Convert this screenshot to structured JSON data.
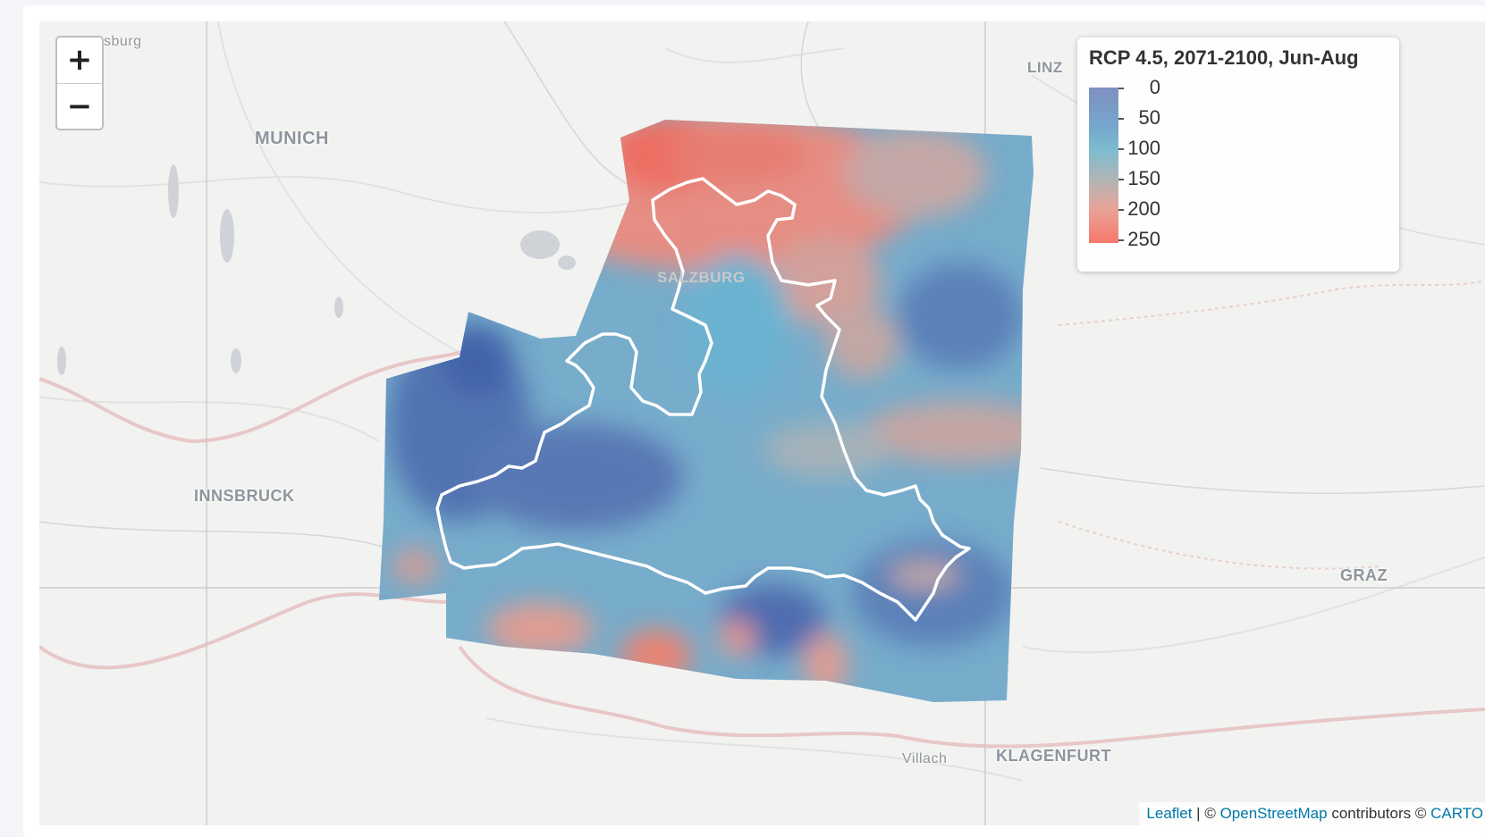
{
  "map": {
    "cities": [
      {
        "id": "munich",
        "label": "MUNICH"
      },
      {
        "id": "salzburg",
        "label": "SALZBURG"
      },
      {
        "id": "linz",
        "label": "LINZ"
      },
      {
        "id": "innsbruck",
        "label": "INNSBRUCK"
      },
      {
        "id": "graz",
        "label": "GRAZ"
      },
      {
        "id": "villach",
        "label": "Villach"
      },
      {
        "id": "klagenfurt",
        "label": "KLAGENFURT"
      },
      {
        "id": "augsburg",
        "label": "sburg"
      }
    ]
  },
  "zoom": {
    "in_label": "+",
    "out_label": "−"
  },
  "legend": {
    "title": "RCP 4.5, 2071-2100, Jun-Aug",
    "ticks": [
      "0",
      "50",
      "100",
      "150",
      "200",
      "250"
    ],
    "colors": [
      "#8090c0",
      "#75a6cc",
      "#7dbcd0",
      "#b3b5b5",
      "#e9a397",
      "#f7786c"
    ]
  },
  "attribution": {
    "leaflet": "Leaflet",
    "sep1": " | © ",
    "osm": "OpenStreetMap",
    "mid": " contributors © ",
    "carto": "CARTO"
  }
}
